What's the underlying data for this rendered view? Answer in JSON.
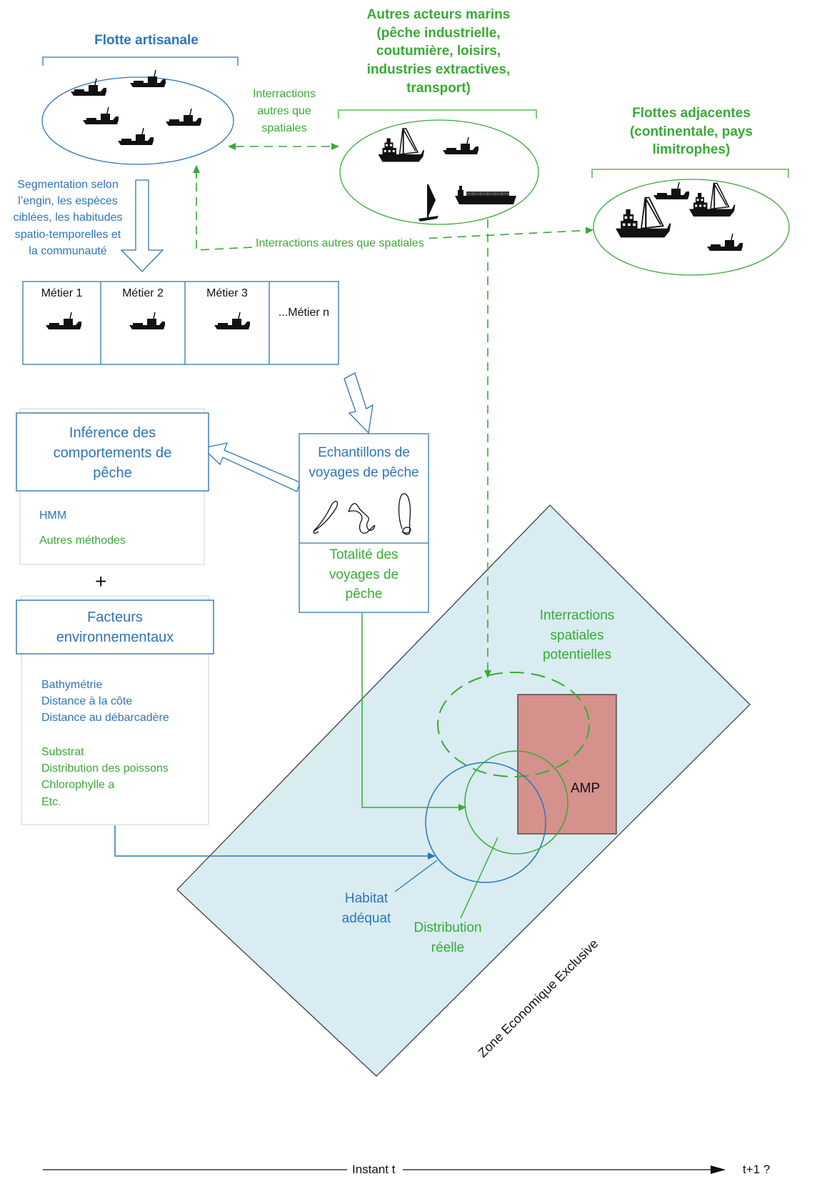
{
  "fleet": {
    "artisanal_title": "Flotte artisanale",
    "other_actors_title": "Autres acteurs marins\n(pêche industrielle,\ncoutumière, loisirs,\nindustries extractives,\ntransport)",
    "adjacent_title": "Flottes adjacentes\n(continentale, pays\nlimitrophes)"
  },
  "labels": {
    "interactions_non_spatial_short": "Interractions\nautres que\nspatiales",
    "interactions_non_spatial_long": "Interractions autres que spatiales",
    "segmentation": "Segmentation selon\nl’engin, les espèces\nciblées, les habitudes\nspatio-temporelles et\nla communauté",
    "spatial_interactions": "Interractions\nspatiales\npotentielles",
    "habitat": "Habitat\nadéquat",
    "distribution": "Distribution\nréelle",
    "amp": "AMP",
    "zee": "Zone Economique Exclusive",
    "plus": "+"
  },
  "metiers": [
    "Métier 1",
    "Métier 2",
    "Métier 3",
    "...Métier n"
  ],
  "inference": {
    "title": "Inférence des\ncomportements de\npêche",
    "methods": [
      "HMM",
      "Autres méthodes"
    ]
  },
  "environment": {
    "title": "Facteurs\nenvironnementaux",
    "factors_blue": [
      "Bathymétrie",
      "Distance à la côte",
      "Distance au débarcadère"
    ],
    "factors_green": [
      "Substrat",
      "Distribution des poissons",
      "Chlorophylle a",
      "Etc."
    ]
  },
  "samples": {
    "title": "Echantillons de\nvoyages de pêche",
    "totality": "Totalité des\nvoyages de\npêche"
  },
  "timeline": {
    "instant": "Instant t",
    "next": "t+1 ?"
  },
  "icons": [
    "small-boat-icon",
    "trawler-icon",
    "windsurf-icon",
    "cargo-ship-icon",
    "fishing-track-icon"
  ],
  "colors": {
    "blue": "#2e75b6",
    "green": "#3aaa35",
    "zee_fill": "#d8ecf1",
    "amp_fill": "#d5918c"
  }
}
